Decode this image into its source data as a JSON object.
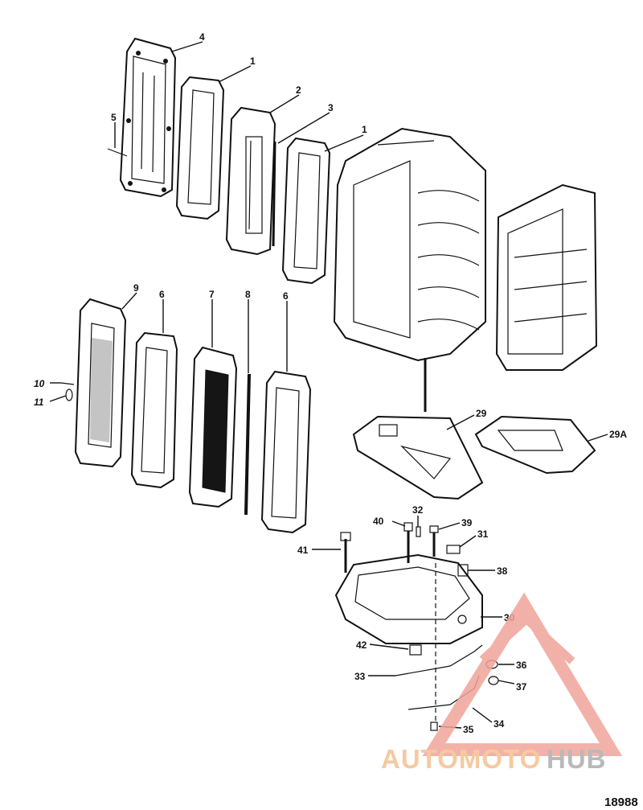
{
  "callouts": [
    {
      "id": "c4",
      "text": "4"
    },
    {
      "id": "c1a",
      "text": "1"
    },
    {
      "id": "c2",
      "text": "2"
    },
    {
      "id": "c3",
      "text": "3"
    },
    {
      "id": "c1b",
      "text": "1"
    },
    {
      "id": "c5",
      "text": "5"
    },
    {
      "id": "c9",
      "text": "9"
    },
    {
      "id": "c6a",
      "text": "6"
    },
    {
      "id": "c7",
      "text": "7"
    },
    {
      "id": "c8",
      "text": "8"
    },
    {
      "id": "c6b",
      "text": "6"
    },
    {
      "id": "c10",
      "text": "10"
    },
    {
      "id": "c11",
      "text": "11"
    },
    {
      "id": "c29",
      "text": "29"
    },
    {
      "id": "c29a",
      "text": "29A"
    },
    {
      "id": "c32",
      "text": "32"
    },
    {
      "id": "c40",
      "text": "40"
    },
    {
      "id": "c39",
      "text": "39"
    },
    {
      "id": "c31",
      "text": "31"
    },
    {
      "id": "c41",
      "text": "41"
    },
    {
      "id": "c38",
      "text": "38"
    },
    {
      "id": "c30",
      "text": "30"
    },
    {
      "id": "c42",
      "text": "42"
    },
    {
      "id": "c36",
      "text": "36"
    },
    {
      "id": "c33",
      "text": "33"
    },
    {
      "id": "c37",
      "text": "37"
    },
    {
      "id": "c34",
      "text": "34"
    },
    {
      "id": "c35",
      "text": "35"
    }
  ],
  "watermark": {
    "part1": "AUTOMOTO",
    "part2": "HUB",
    "color_primary": "#f0a49a",
    "color_secondary": "#f6c9a0",
    "color_hub": "#b9b9b9"
  },
  "figure_number": "18988"
}
